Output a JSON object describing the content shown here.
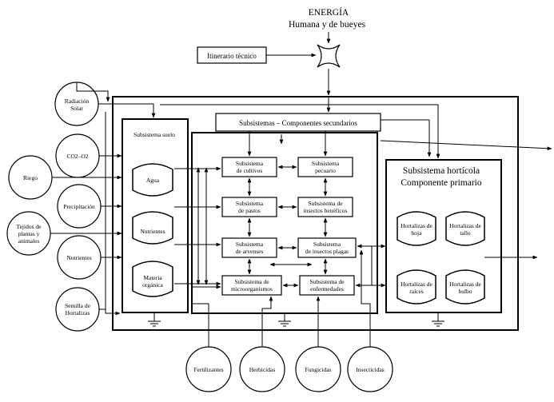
{
  "energy": {
    "title": "ENERGÍA",
    "subtitle": "Humana y de bueyes"
  },
  "itinerario": "Itinerario técnico",
  "left_inputs": {
    "radiacion": [
      "Radiación",
      "Solar"
    ],
    "co2": [
      "CO2–O2"
    ],
    "riego": [
      "Riego"
    ],
    "precipitacion": [
      "Precipitación"
    ],
    "tejidos": [
      "Tejidos de",
      "plantas y",
      "animales"
    ],
    "nutrientes": [
      "Nutrientes"
    ],
    "semilla": [
      "Semilla de",
      "Hortalizas"
    ]
  },
  "secundarios_title": "Subsistemas – Componentes secundarios",
  "suelo": {
    "title": "Subsistema suelo",
    "agua": [
      "Agua"
    ],
    "nutrientes": [
      "Nutrientes"
    ],
    "materia": [
      "Materia",
      "orgánica"
    ]
  },
  "subsystems": {
    "cultivos": [
      "Subsistema",
      "de cultivos"
    ],
    "pecuario": [
      "Subsistema",
      "pecuario"
    ],
    "pastos": [
      "Subsistema",
      "de pastos"
    ],
    "insectos_beneficos": [
      "Subsistema de",
      "insectos benéficos"
    ],
    "arvenses": [
      "Subsistema",
      "de arvenses"
    ],
    "insectos_plagas": [
      "Subsistema",
      "de insectos plagas"
    ],
    "microorganismos": [
      "Subsistema de",
      "microorganismos"
    ],
    "enfermedades": [
      "Subsistema de",
      "enfermedades"
    ]
  },
  "horticola": {
    "title": "Subsistema hortícola",
    "subtitle": "Componente primario",
    "hoja": [
      "Hortalizas de",
      "hoja"
    ],
    "tallo": [
      "Hortalizas de",
      "tallo"
    ],
    "raices": [
      "Hortalizas de",
      "raíces"
    ],
    "bulbo": [
      "Hortalizas de",
      "bulbo"
    ]
  },
  "bottom_inputs": {
    "fertilizantes": [
      "Fertilizantes"
    ],
    "herbicidas": [
      "Herbicidas"
    ],
    "fungicidas": [
      "Fungicidas"
    ],
    "insecticidas": [
      "Insecticidas"
    ]
  }
}
